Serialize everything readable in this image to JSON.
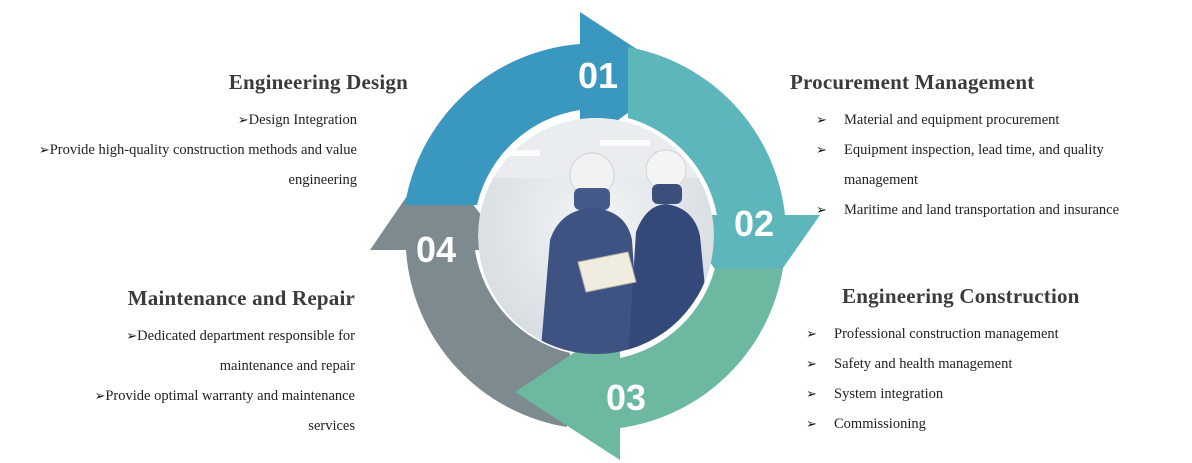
{
  "steps": [
    {
      "number": "01",
      "title": "Engineering Design",
      "items": [
        "Design Integration",
        "Provide high-quality construction methods and value engineering"
      ]
    },
    {
      "number": "02",
      "title": "Procurement Management",
      "items": [
        "Material and equipment procurement",
        "Equipment inspection, lead time, and quality management",
        "Maritime and land transportation and insurance"
      ]
    },
    {
      "number": "03",
      "title": "Engineering Construction",
      "items": [
        "Professional construction management",
        "Safety and health management",
        "System integration",
        "Commissioning"
      ]
    },
    {
      "number": "04",
      "title": "Maintenance and Repair",
      "items": [
        "Dedicated department responsible for maintenance and repair",
        "Provide optimal warranty and maintenance services"
      ]
    }
  ],
  "colors": {
    "step1": "#3a97c0",
    "step2": "#5cb6bc",
    "step3": "#6cb8a0",
    "step4": "#7d8a8f"
  },
  "center_image": "two-workers-in-cleanroom-suits-reading-document"
}
